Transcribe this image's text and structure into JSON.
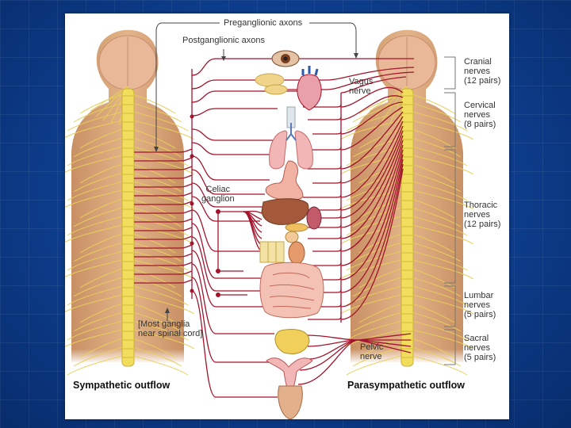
{
  "labels": {
    "preganglionic": "Preganglionic axons",
    "postganglionic": "Postganglionic axons",
    "vagus_line1": "Vagus",
    "vagus_line2": "nerve",
    "celiac_line1": "Celiac",
    "celiac_line2": "ganglion",
    "ganglia_line1": "[Most ganglia",
    "ganglia_line2": "near spinal cord]",
    "pelvic_line1": "Pelvic",
    "pelvic_line2": "nerve"
  },
  "nerve_groups": [
    {
      "line1": "Cranial",
      "line2": "nerves",
      "line3": "(12 pairs)"
    },
    {
      "line1": "Cervical",
      "line2": "nerves",
      "line3": "(8 pairs)"
    },
    {
      "line1": "Thoracic",
      "line2": "nerves",
      "line3": "(12 pairs)"
    },
    {
      "line1": "Lumbar",
      "line2": "nerves",
      "line3": "(5 pairs)"
    },
    {
      "line1": "Sacral",
      "line2": "nerves",
      "line3": "(5 pairs)"
    }
  ],
  "captions": {
    "left": "Sympathetic outflow",
    "right": "Parasympathetic outflow"
  },
  "colors": {
    "nerve": "#a3132b",
    "skin": "#d9a67a",
    "spine": "#f2de5c"
  }
}
